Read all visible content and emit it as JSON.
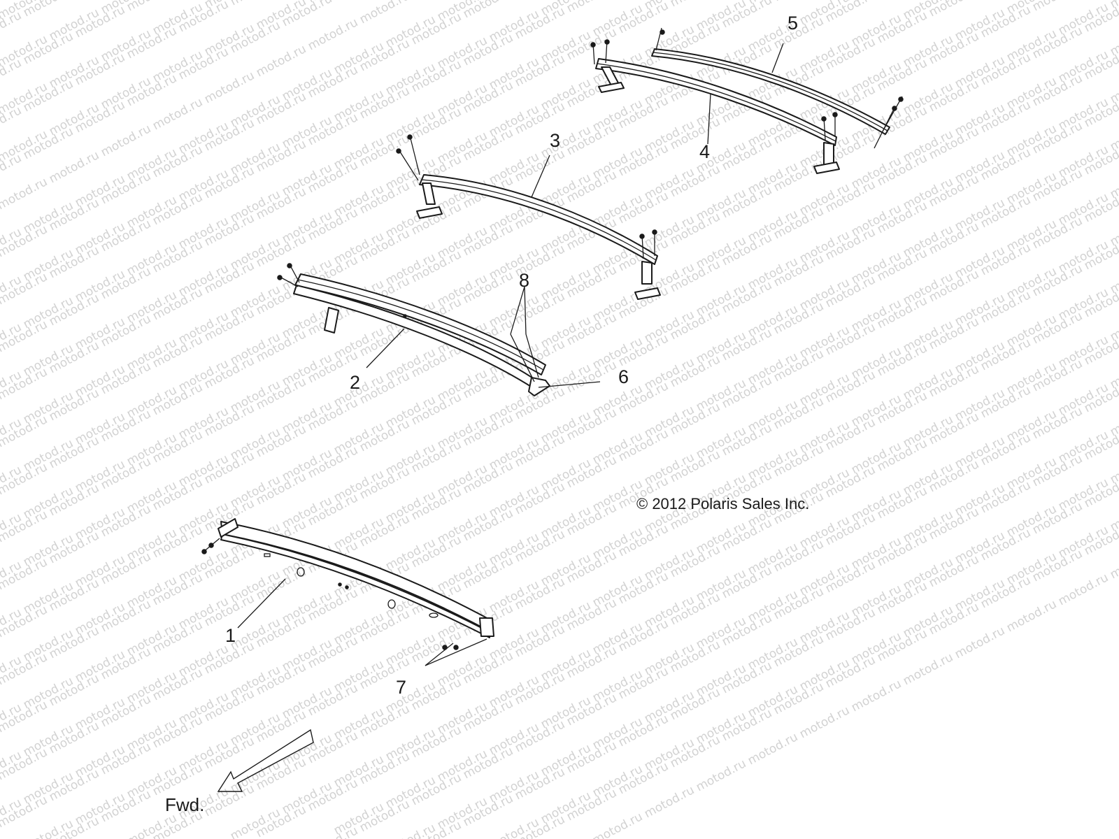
{
  "watermark": {
    "text": "motod.ru"
  },
  "callouts": [
    "1",
    "2",
    "3",
    "4",
    "5",
    "6",
    "7",
    "8"
  ],
  "copyright": "© 2012 Polaris Sales Inc.",
  "direction": {
    "label": "Fwd."
  },
  "colors": {
    "line": "#1a1a1a",
    "watermark": "#d2d2d2",
    "background": "#ffffff"
  }
}
